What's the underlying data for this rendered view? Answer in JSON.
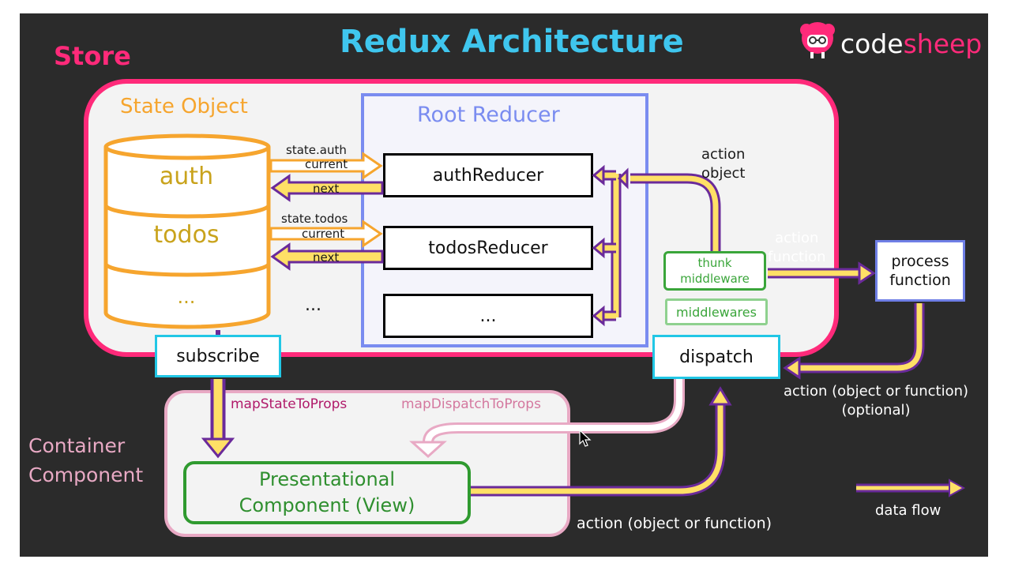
{
  "title": "Redux Architecture",
  "logo": {
    "part1": "code",
    "part2": "sheep"
  },
  "store": {
    "label": "Store",
    "state_object": {
      "label": "State Object",
      "slices": [
        "auth",
        "todos",
        "..."
      ]
    },
    "root_reducer": {
      "label": "Root Reducer",
      "reducers": [
        "authReducer",
        "todosReducer",
        "..."
      ]
    },
    "edges": {
      "auth_current_top": "state.auth",
      "auth_current_bottom": "current",
      "auth_next": "next",
      "todos_current_top": "state.todos",
      "todos_current_bottom": "current",
      "todos_next": "next",
      "more": "..."
    },
    "action_object": "action\nobject",
    "thunk": "thunk\nmiddleware",
    "middlewares": "middlewares",
    "subscribe": "subscribe",
    "dispatch": "dispatch"
  },
  "action_function": "action\nfunction",
  "process_function": "process\nfunction",
  "action_optional": "action (object or function)\n(optional)",
  "container": {
    "label": "Container\nComponent",
    "map_state": "mapStateToProps",
    "map_dispatch": "mapDispatchToProps",
    "presentational": "Presentational\nComponent (View)"
  },
  "action_bottom": "action (object or function)",
  "legend": {
    "label": "data flow"
  },
  "colors": {
    "background": "#2b2b2b",
    "store_border": "#ff2a7a",
    "title": "#3fc6ee",
    "flow_yellow": "#ffe066",
    "flow_border": "#6a2a9a",
    "state_orange": "#f6a52e",
    "reducer_blue": "#7a8cf0",
    "middleware_green": "#3aa53a",
    "container_pink": "#e8a9c4"
  }
}
